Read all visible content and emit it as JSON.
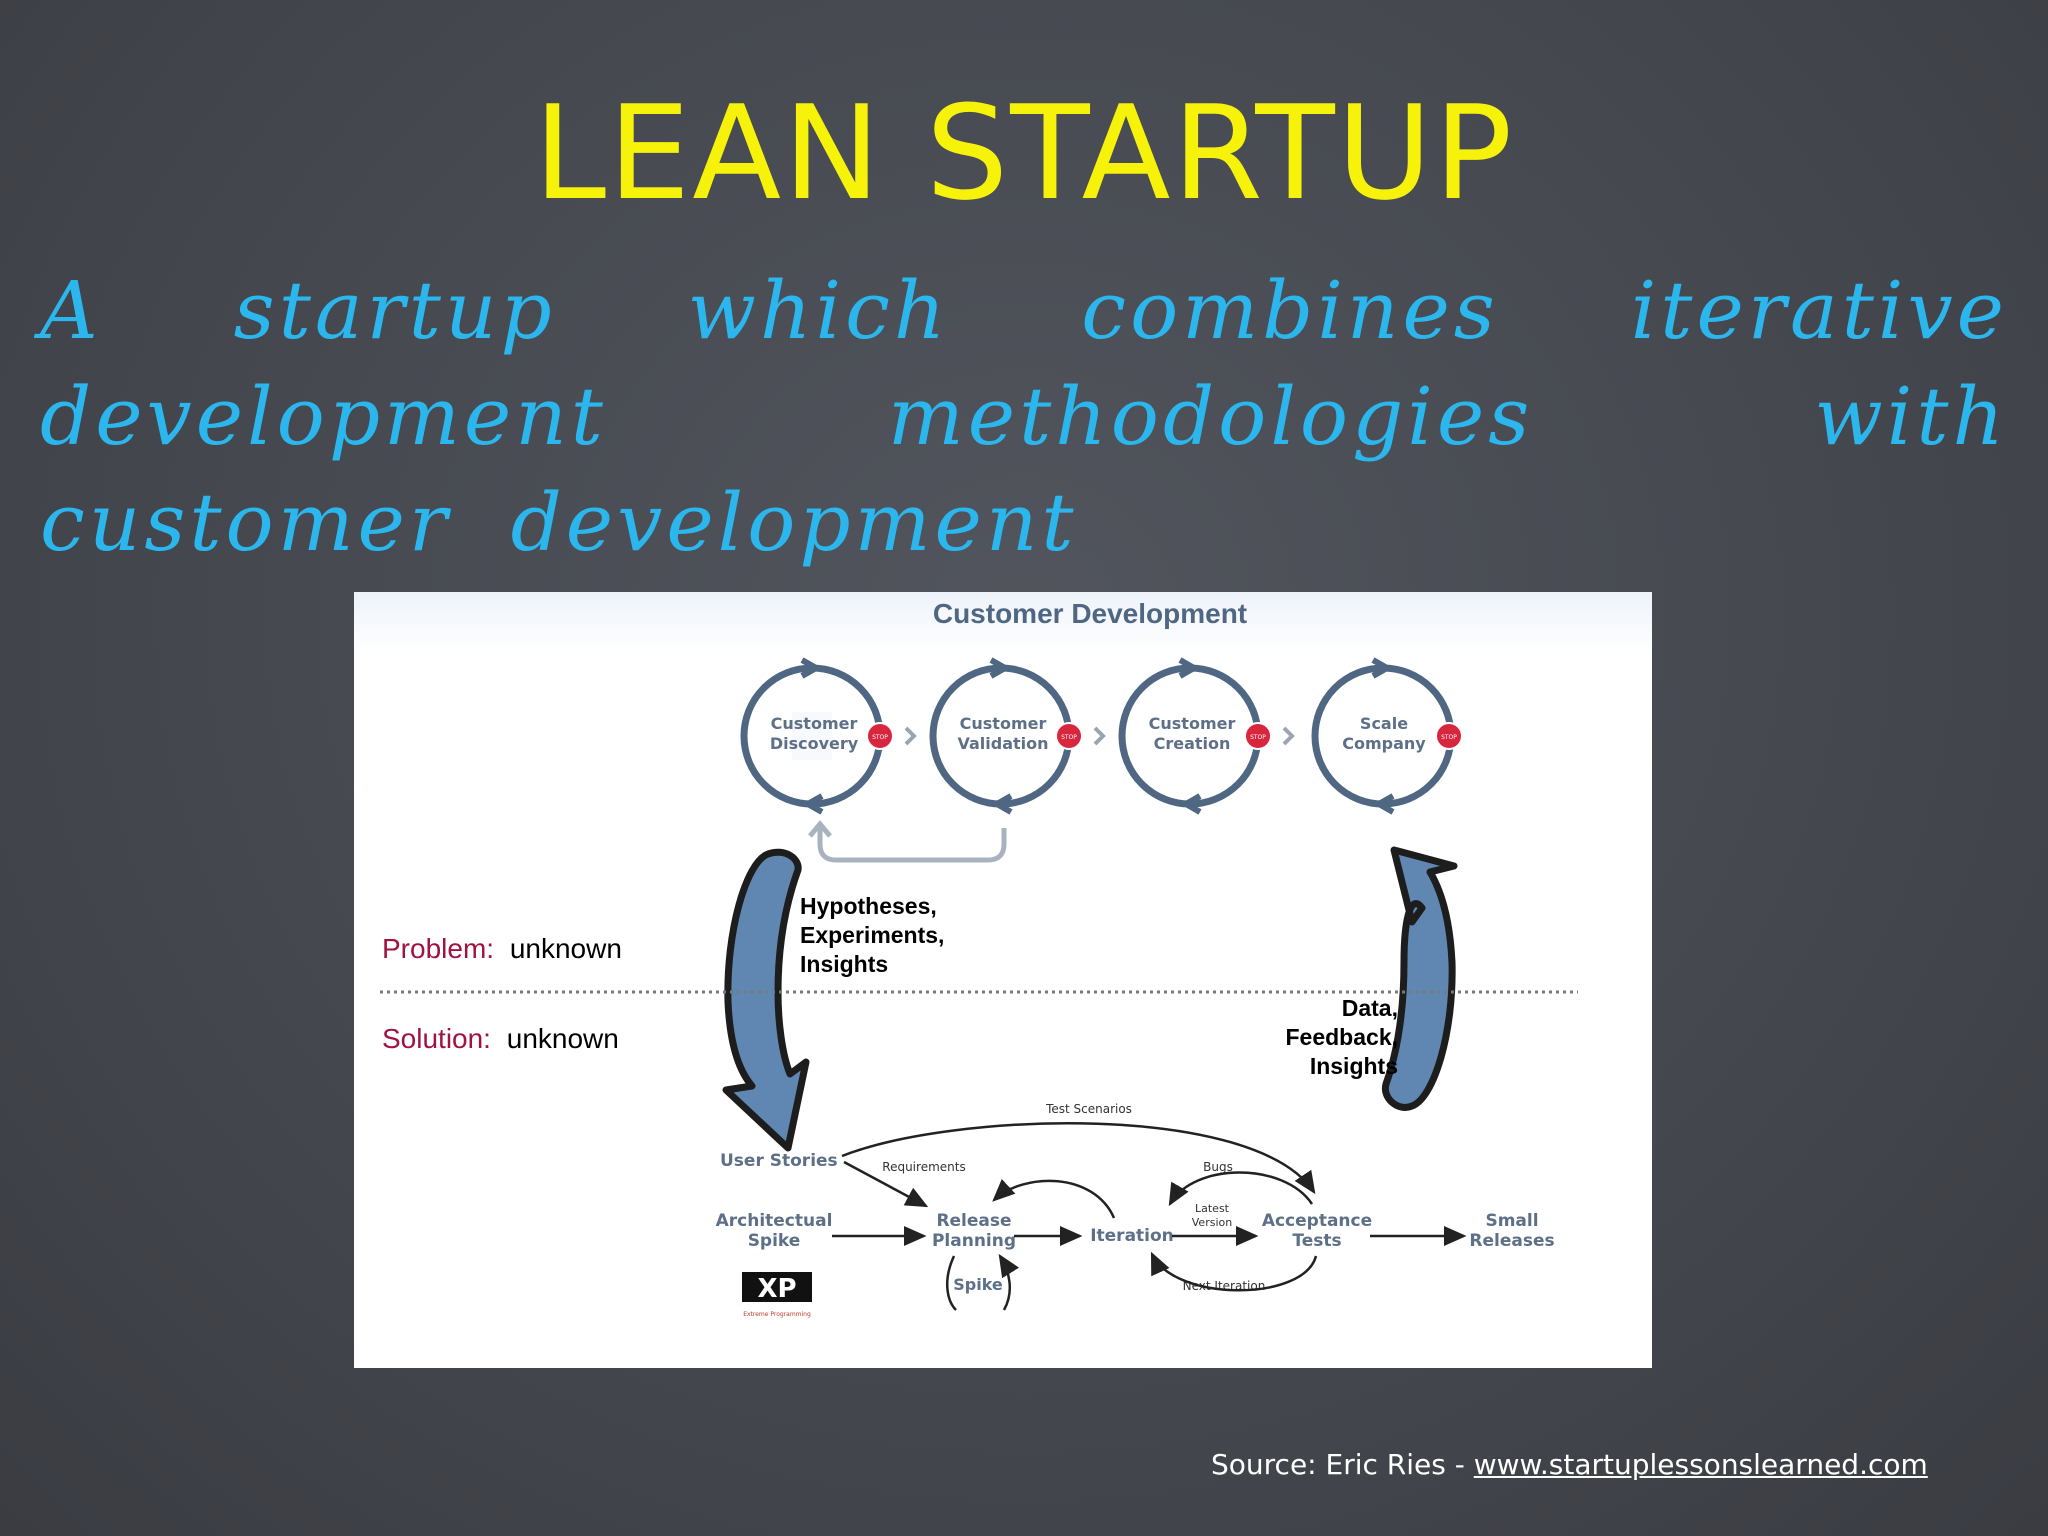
{
  "slide": {
    "title": "LEAN STARTUP",
    "subtitle": "A startup which combines iterative development methodologies with customer development",
    "source_prefix": "Source: Eric Ries - ",
    "source_link": "www.startuplessonslearned.com"
  },
  "diagram": {
    "heading": "Customer Development",
    "stages": [
      {
        "line1": "Customer",
        "line2": "Discovery"
      },
      {
        "line1": "Customer",
        "line2": "Validation"
      },
      {
        "line1": "Customer",
        "line2": "Creation"
      },
      {
        "line1": "Scale",
        "line2": "Company"
      }
    ],
    "stop_label": "STOP",
    "problem_label": "Problem:",
    "problem_value": "unknown",
    "solution_label": "Solution:",
    "solution_value": "unknown",
    "left_arrow_text": [
      "Hypotheses,",
      "Experiments,",
      "Insights"
    ],
    "right_arrow_text": [
      "Data,",
      "Feedback,",
      "Insights"
    ],
    "xp": {
      "user_stories": "User Stories",
      "arch_spike": [
        "Architectual",
        "Spike"
      ],
      "release_planning": [
        "Release",
        "Planning"
      ],
      "iteration": "Iteration",
      "acceptance_tests": [
        "Acceptance",
        "Tests"
      ],
      "small_releases": [
        "Small",
        "Releases"
      ],
      "spike": "Spike",
      "test_scenarios": "Test Scenarios",
      "requirements": "Requirements",
      "bugs": "Bugs",
      "latest_version": [
        "Latest",
        "Version"
      ],
      "next_iteration": "Next Iteration",
      "logo": "XP",
      "logo_caption": "Extreme Programming"
    }
  },
  "colors": {
    "title": "#f6f20a",
    "subtitle": "#2bb7ee",
    "cycle": "#4f6782",
    "big_arrow_fill": "#5f87b2",
    "problem_label": "#a0123f",
    "stop_red": "#d7263d"
  }
}
